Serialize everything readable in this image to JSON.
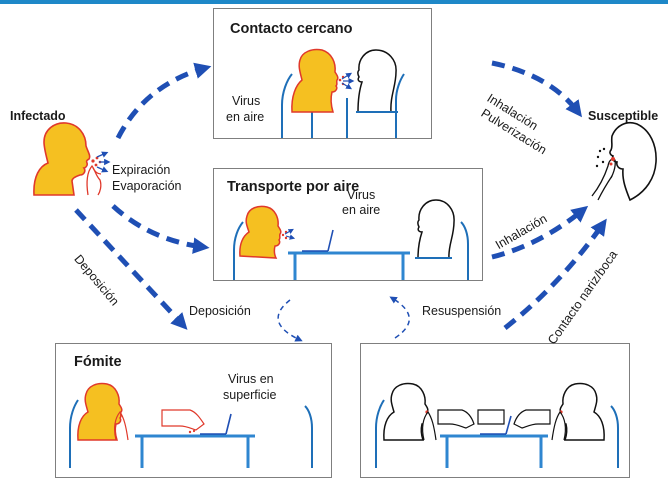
{
  "nodes": {
    "infected": "Infectado",
    "susceptible": "Susceptible"
  },
  "panels": {
    "close_contact": {
      "title": "Contacto cercano",
      "virus_label_1": "Virus",
      "virus_label_2": "en aire"
    },
    "airborne": {
      "title": "Transporte por aire",
      "virus_label_1": "Virus",
      "virus_label_2": "en aire"
    },
    "fomite": {
      "title": "Fómite",
      "virus_label_1": "Virus en",
      "virus_label_2": "superficie"
    }
  },
  "emission_labels": [
    "Expiración",
    "Evaporación"
  ],
  "path_labels": {
    "deposition_left": "Deposición",
    "deposition_center": "Deposición",
    "resuspension": "Resuspensión",
    "inhalation_spray_1": "Inhalación",
    "inhalation_spray_2": "Pulverización",
    "inhalation": "Inhalación",
    "nose_mouth_contact": "Contacto nariz/boca"
  },
  "colors": {
    "accent_bar": "#1e88c8",
    "arrow_blue": "#1f4fb4",
    "skin_yellow": "#f5c021",
    "droplet_red": "#e0392b",
    "chair_blue": "#1e6fb8",
    "table_blue": "#2f86d0"
  },
  "icons": [
    "head-profile-icon",
    "droplet-icon",
    "chair-icon",
    "laptop-icon",
    "hand-icon",
    "dashed-arrow-icon"
  ]
}
